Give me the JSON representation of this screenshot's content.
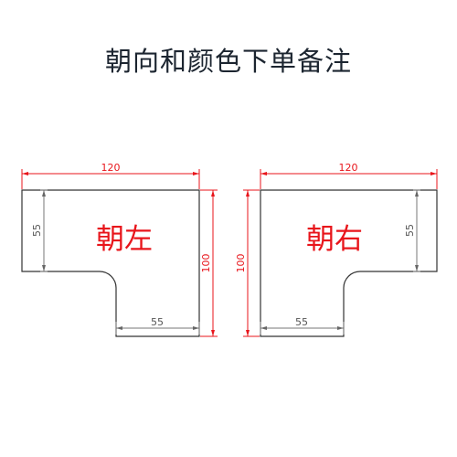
{
  "title": "朝向和颜色下单备注",
  "left": {
    "label": "朝左",
    "dims": {
      "width": "120",
      "height": "100",
      "arm_height": "55",
      "leg_width": "55"
    }
  },
  "right": {
    "label": "朝右",
    "dims": {
      "width": "120",
      "height": "100",
      "arm_height": "55",
      "leg_width": "55"
    }
  },
  "colors": {
    "dimension_primary": "#e8151b",
    "dimension_secondary": "#777777",
    "outline": "#333333",
    "title": "#1c2530"
  }
}
